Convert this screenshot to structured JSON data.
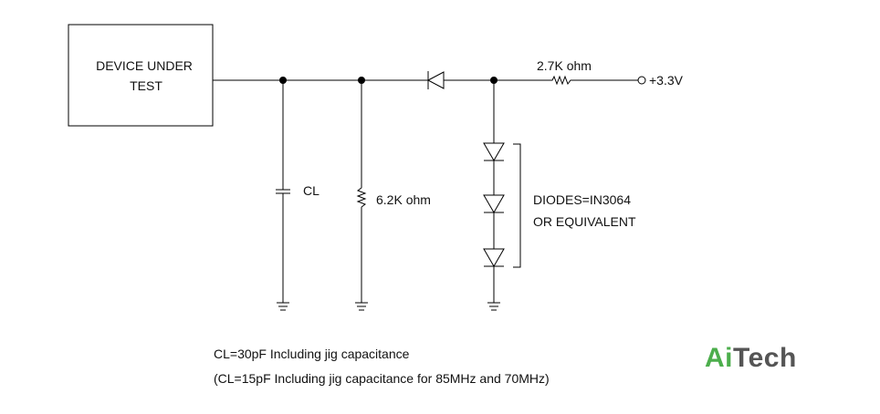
{
  "labels": {
    "dut_line1": "DEVICE UNDER",
    "dut_line2": "TEST",
    "cl": "CL",
    "r_pulldown": "6.2K ohm",
    "r_pullup": "2.7K ohm",
    "supply": "+3.3V",
    "diodes_line1": "DIODES=IN3064",
    "diodes_line2": "OR EQUIVALENT"
  },
  "notes": {
    "line1": "CL=30pF Including jig capacitance",
    "line2": "(CL=15pF Including jig capacitance for 85MHz and 70MHz)"
  },
  "logo": {
    "part1": "Ai",
    "part2": "Tech",
    "color1": "#4cae4c",
    "color2": "#555555"
  }
}
